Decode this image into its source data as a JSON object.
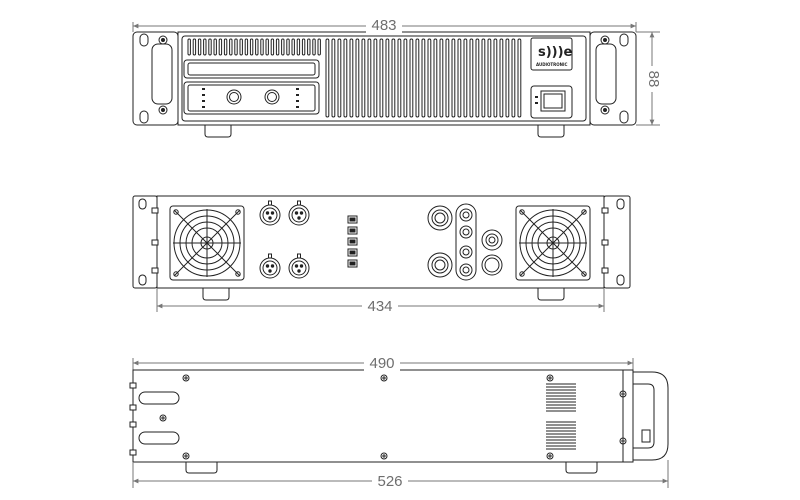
{
  "dimensions": {
    "front_width": "483",
    "front_height": "88",
    "rear_width": "434",
    "side_depth_inner": "490",
    "side_depth_total": "526"
  },
  "brand": {
    "logo": "s)))e",
    "tagline": "AUDIOTRONIC"
  }
}
